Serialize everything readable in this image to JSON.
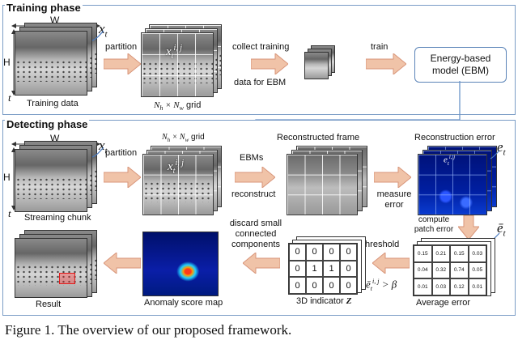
{
  "training_phase": {
    "title": "Training phase",
    "w_label": "W",
    "h_label": "H",
    "x_label": "x",
    "x_sub": "t",
    "t_label": "t",
    "data_label": "Training data",
    "partition_label": "partition",
    "patch_label": "x",
    "patch_sub": "t",
    "patch_sup": "i, j",
    "grid_label_pre": "N",
    "grid_label_h": "h",
    "grid_label_mid": " × N",
    "grid_label_w": "w",
    "grid_label_post": " grid",
    "collect_label_1": "collect training",
    "collect_label_2": "data for EBM",
    "train_label": "train",
    "ebm_label_1": "Energy-based",
    "ebm_label_2": "model (EBM)"
  },
  "detecting_phase": {
    "title": "Detecting phase",
    "w_label": "W",
    "h_label": "H",
    "x_label": "x",
    "x_sub": "t",
    "t_label": "t",
    "chunk_label": "Streaming chunk",
    "partition_label": "partition",
    "grid_label_pre": "N",
    "grid_label_h": "h",
    "grid_label_mid": " × N",
    "grid_label_w": "w",
    "grid_label_post": " grid",
    "patch_label": "x",
    "patch_sub": "t",
    "patch_sup": "i, j",
    "ebms_label": "EBMs",
    "reconstruct_label": "reconstruct",
    "recon_frame_label": "Reconstructed frame",
    "recon_error_label": "Reconstruction error",
    "e_label": "e",
    "e_sub": "t",
    "e_patch_label": "e",
    "e_patch_sup": "i, j",
    "e_patch_sub": "t",
    "measure_label_1": "measure",
    "measure_label_2": "error",
    "compute_label_1": "compute",
    "compute_label_2": "patch error",
    "ebar_label": "ē",
    "ebar_sub": "t",
    "avg_error_label": "Average error",
    "avg_matrix": [
      [
        "0.15",
        "0.21",
        "0.15",
        "0.03"
      ],
      [
        "0.04",
        "0.32",
        "0.74",
        "0.05"
      ],
      [
        "0.01",
        "0.03",
        "0.12",
        "0.01"
      ]
    ],
    "threshold_label": "threshold",
    "threshold_cond_main": "ē",
    "threshold_cond_sup": "i, j",
    "threshold_cond_sub": "t",
    "threshold_cond_rel": " > β",
    "indicator_matrix": [
      [
        "0",
        "0",
        "0",
        "0"
      ],
      [
        "0",
        "1",
        "1",
        "0"
      ],
      [
        "0",
        "0",
        "0",
        "0"
      ]
    ],
    "indicator_label_pre": "3D indicator ",
    "indicator_label_sym": "Z",
    "discard_label_1": "discard small",
    "discard_label_2": "connected",
    "discard_label_3": "components",
    "anomaly_label": "Anomaly score map",
    "result_label": "Result"
  },
  "caption": "Figure 1.  The overview of our proposed framework."
}
